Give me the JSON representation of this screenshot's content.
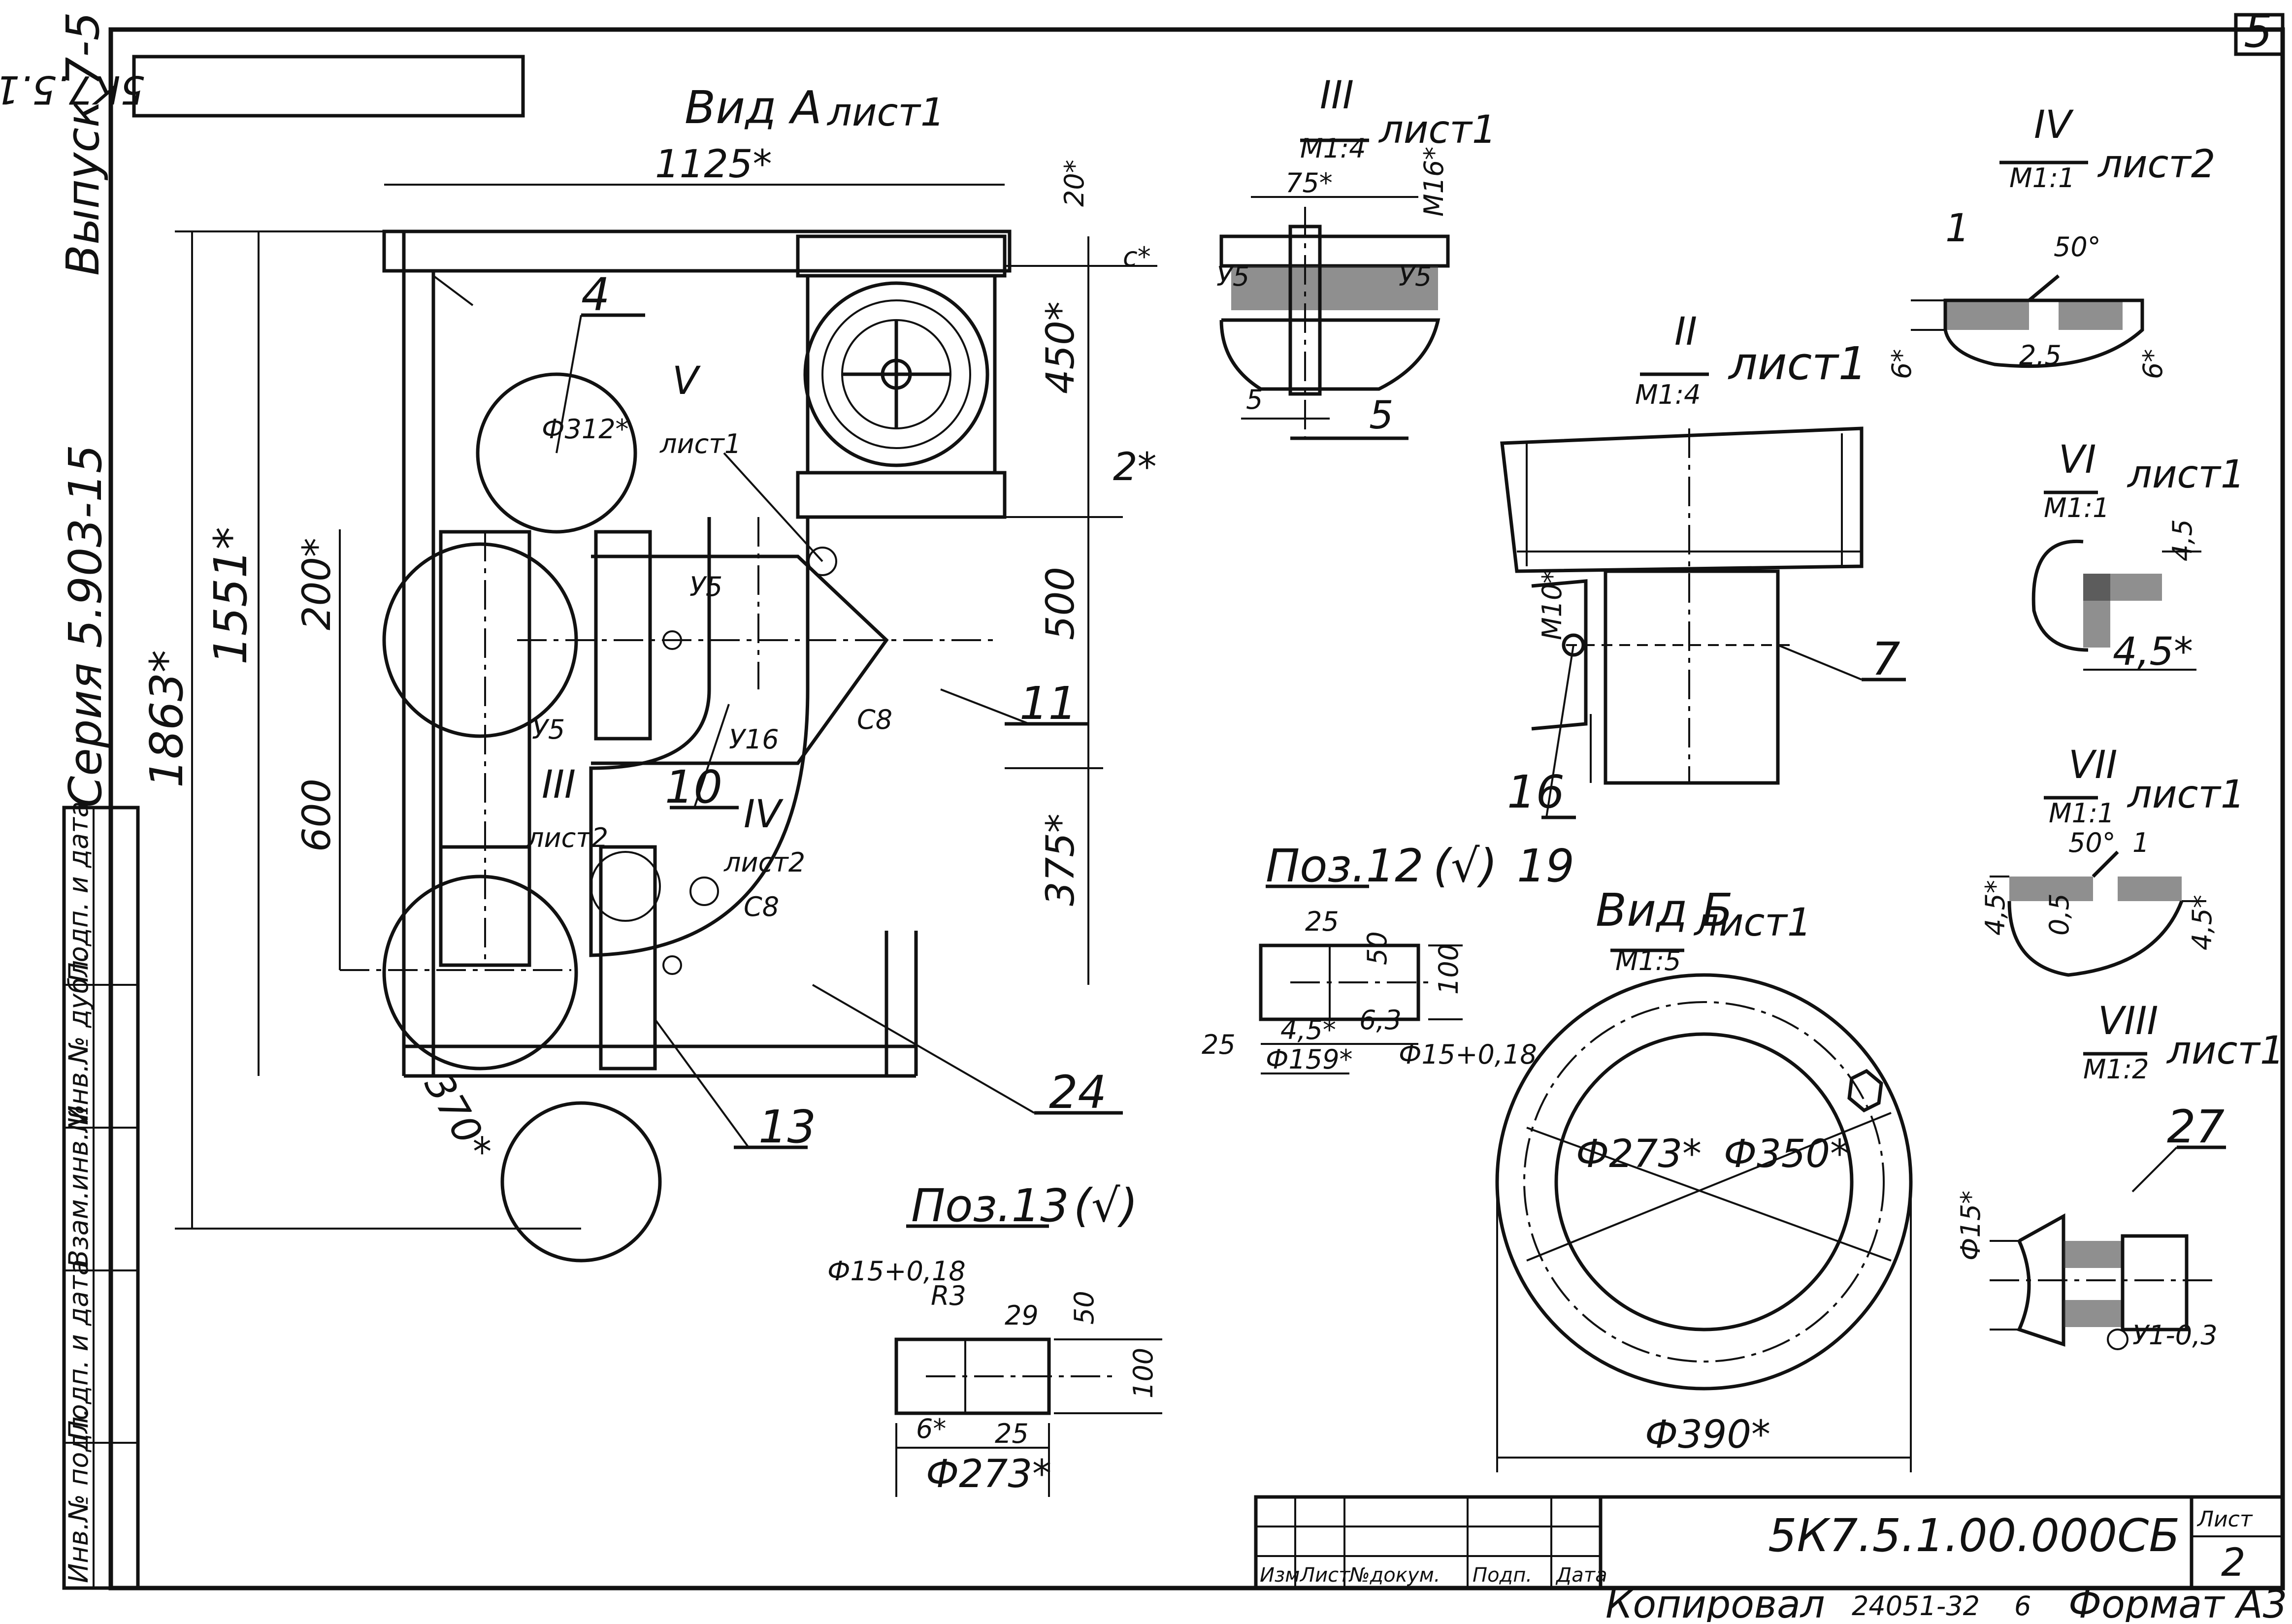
{
  "sheet": {
    "number": "5",
    "vypusk": "Выпуск 7-5",
    "seriya": "Серия 5.903-15",
    "mirror_code": "5К7.5.1.00.000СБ",
    "left_stamp": [
      "Инв.№ подл.",
      "Подп. и дата",
      "Взам.инв.№",
      "Инв.№ дубл.",
      "Подп. и дата"
    ]
  },
  "view_a": {
    "title": "Вид А",
    "sheet": "лист1",
    "dims": {
      "width": "1125*",
      "top": "20*",
      "c": "c*",
      "h1": "1551*",
      "h2": "1863*",
      "d200": "200*",
      "d600": "600",
      "d450": "450*",
      "d500": "500",
      "d375": "375*",
      "d2": "2*",
      "d370": "370*",
      "phi312": "Ф312*"
    },
    "callouts": [
      "4",
      "11",
      "10",
      "13",
      "24"
    ],
    "welds": [
      "У5",
      "У5",
      "У16",
      "С8",
      "С8"
    ],
    "refs": {
      "v": {
        "num": "V",
        "sheet": "лист1"
      },
      "iii": {
        "num": "III",
        "sheet": "лист2"
      },
      "iv": {
        "num": "IV",
        "sheet": "лист2"
      }
    }
  },
  "detail_iii": {
    "num": "III",
    "scale": "М1:4",
    "sheet": "лист1",
    "dims": [
      "75*",
      "M16*",
      "У5",
      "У5",
      "5",
      "5"
    ]
  },
  "detail_iv": {
    "num": "IV",
    "scale": "М1:1",
    "sheet": "лист2",
    "dims": [
      "1",
      "50°",
      "6*",
      "6*",
      "2,5"
    ]
  },
  "detail_ii": {
    "num": "II",
    "scale": "М1:4",
    "sheet": "лист1",
    "dims": [
      "M10*"
    ],
    "callouts": [
      "7",
      "16",
      "19"
    ]
  },
  "detail_vi": {
    "num": "VI",
    "scale": "М1:1",
    "sheet": "лист1",
    "dims": [
      "4,5",
      "4,5*"
    ]
  },
  "detail_vii": {
    "num": "VII",
    "scale": "М1:1",
    "sheet": "лист1",
    "dims": [
      "50°",
      "1",
      "4,5*",
      "4,5*",
      "0,5"
    ]
  },
  "detail_viii": {
    "num": "VIII",
    "scale": "М1:2",
    "sheet": "лист1",
    "dims": [
      "Ф15*",
      "У1-0,3"
    ],
    "callout": "27"
  },
  "poz12": {
    "title": "Поз.12",
    "symbol": "(√)",
    "dims": [
      "25",
      "50",
      "100",
      "4,5*",
      "6,3",
      "25",
      "Ф159*",
      "Ф15+0,18"
    ]
  },
  "poz13": {
    "title": "Поз.13",
    "symbol": "(√)",
    "dims": [
      "Ф15+0,18",
      "R3",
      "29",
      "50",
      "100",
      "6*",
      "25",
      "Ф273*"
    ]
  },
  "view_b": {
    "title": "Вид Б",
    "scale": "М1:5",
    "sheet": "лист1",
    "dims": [
      "Ф273*",
      "Ф350*",
      "Ф390*"
    ]
  },
  "title_block": {
    "doc_code": "5К7.5.1.00.000СБ",
    "sheet_label": "Лист",
    "sheet_num": "2",
    "columns": [
      "Изм",
      "Лист",
      "№докум.",
      "Подп.",
      "Дата"
    ],
    "copied": "Копировал",
    "order": "24051-32",
    "order_num": "6",
    "format": "Формат А3"
  }
}
